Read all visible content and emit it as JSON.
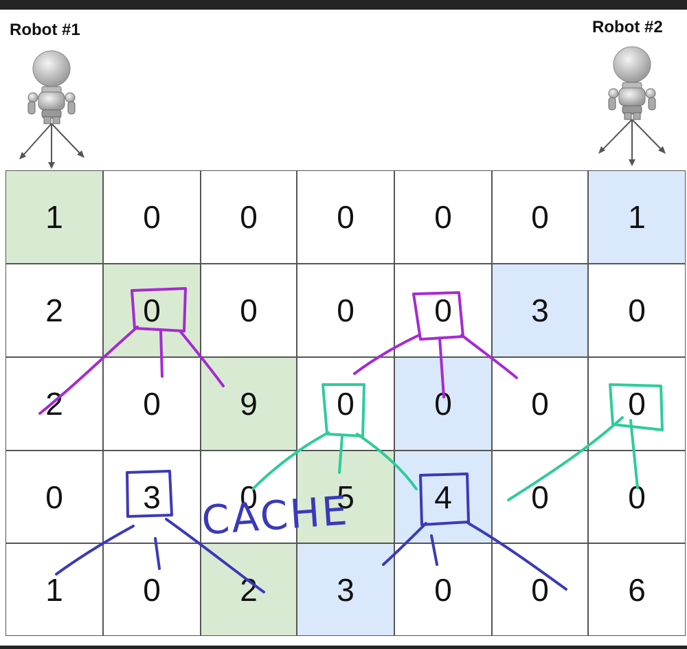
{
  "robots": [
    {
      "label": "Robot #1"
    },
    {
      "label": "Robot #2"
    }
  ],
  "grid": {
    "rows": [
      [
        {
          "v": "1",
          "bg": "green"
        },
        {
          "v": "0",
          "bg": ""
        },
        {
          "v": "0",
          "bg": ""
        },
        {
          "v": "0",
          "bg": ""
        },
        {
          "v": "0",
          "bg": ""
        },
        {
          "v": "0",
          "bg": ""
        },
        {
          "v": "1",
          "bg": "blue"
        }
      ],
      [
        {
          "v": "2",
          "bg": ""
        },
        {
          "v": "0",
          "bg": "green"
        },
        {
          "v": "0",
          "bg": ""
        },
        {
          "v": "0",
          "bg": ""
        },
        {
          "v": "0",
          "bg": ""
        },
        {
          "v": "3",
          "bg": "blue"
        },
        {
          "v": "0",
          "bg": ""
        }
      ],
      [
        {
          "v": "2",
          "bg": ""
        },
        {
          "v": "0",
          "bg": ""
        },
        {
          "v": "9",
          "bg": "green"
        },
        {
          "v": "0",
          "bg": ""
        },
        {
          "v": "0",
          "bg": "blue"
        },
        {
          "v": "0",
          "bg": ""
        },
        {
          "v": "0",
          "bg": ""
        }
      ],
      [
        {
          "v": "0",
          "bg": ""
        },
        {
          "v": "3",
          "bg": ""
        },
        {
          "v": "0",
          "bg": ""
        },
        {
          "v": "5",
          "bg": "green"
        },
        {
          "v": "4",
          "bg": "blue"
        },
        {
          "v": "0",
          "bg": ""
        },
        {
          "v": "0",
          "bg": ""
        }
      ],
      [
        {
          "v": "1",
          "bg": ""
        },
        {
          "v": "0",
          "bg": ""
        },
        {
          "v": "2",
          "bg": "green"
        },
        {
          "v": "3",
          "bg": "blue"
        },
        {
          "v": "0",
          "bg": ""
        },
        {
          "v": "0",
          "bg": ""
        },
        {
          "v": "6",
          "bg": ""
        }
      ]
    ]
  },
  "annotation": {
    "text": "CACHE"
  },
  "colors": {
    "green_cell": "#d9ead3",
    "blue_cell": "#dae8fc",
    "purple_ink": "#a52ad1",
    "teal_ink": "#2ecc9a",
    "blue_ink": "#3a3ab8"
  }
}
